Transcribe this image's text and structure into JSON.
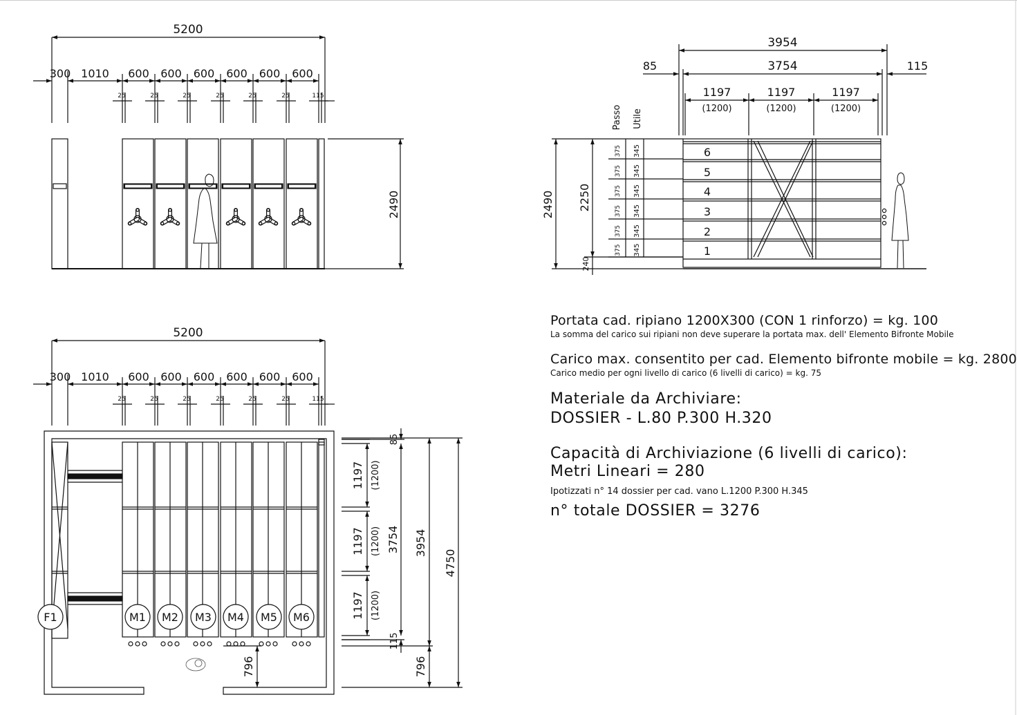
{
  "front_elevation": {
    "overall": "5200",
    "segments": [
      "300",
      "1010",
      "600",
      "600",
      "600",
      "600",
      "600",
      "600"
    ],
    "gaps": [
      "25",
      "25",
      "25",
      "25",
      "25",
      "25",
      "115"
    ],
    "height": "2490"
  },
  "side_elevation": {
    "overall": "3954",
    "inner": "3754",
    "left_margin": "85",
    "right_margin": "115",
    "bays": [
      {
        "width": "1197",
        "nominal": "(1200)"
      },
      {
        "width": "1197",
        "nominal": "(1200)"
      },
      {
        "width": "1197",
        "nominal": "(1200)"
      }
    ],
    "col_passo": "Passo",
    "col_utile": "Utile",
    "passo": [
      "375",
      "375",
      "375",
      "375",
      "375",
      "375"
    ],
    "utile": [
      "345",
      "345",
      "345",
      "345",
      "345",
      "345"
    ],
    "levels": [
      "6",
      "5",
      "4",
      "3",
      "2",
      "1"
    ],
    "height": "2490",
    "usable": "2250",
    "base": "240"
  },
  "plan": {
    "overall": "5200",
    "segments": [
      "300",
      "1010",
      "600",
      "600",
      "600",
      "600",
      "600",
      "600"
    ],
    "gaps": [
      "25",
      "25",
      "25",
      "25",
      "25",
      "25",
      "115"
    ],
    "right_dims": {
      "top": "85",
      "bays": [
        {
          "width": "1197",
          "nominal": "(1200)"
        },
        {
          "width": "1197",
          "nominal": "(1200)"
        },
        {
          "width": "1197",
          "nominal": "(1200)"
        }
      ],
      "bottom": "115",
      "inner": "3754",
      "outer": "3954",
      "room": "4750",
      "aisle_right": "796"
    },
    "aisle": "796",
    "units": [
      "F1",
      "M1",
      "M2",
      "M3",
      "M4",
      "M5",
      "M6"
    ]
  },
  "notes": {
    "line1": "Portata cad. ripiano 1200X300 (CON 1 rinforzo) = kg. 100",
    "line2": "La somma del carico sui ripiani non deve superare la portata max. dell' Elemento Bifronte Mobile",
    "line3": "Carico max. consentito per cad. Elemento bifronte mobile = kg. 2800",
    "line4": "Carico medio per ogni livello di carico (6 livelli di carico) = kg. 75",
    "line5": "Materiale da Archiviare:",
    "line6": "DOSSIER - L.80 P.300 H.320",
    "line7": "Capacità di Archiviazione (6 livelli di carico):",
    "line8": "Metri Lineari = 280",
    "line9": "Ipotizzati n° 14 dossier per cad. vano L.1200 P.300 H.345",
    "line10": "n° totale DOSSIER = 3276"
  },
  "colors": {
    "line": "#111111",
    "background": "#ffffff"
  }
}
